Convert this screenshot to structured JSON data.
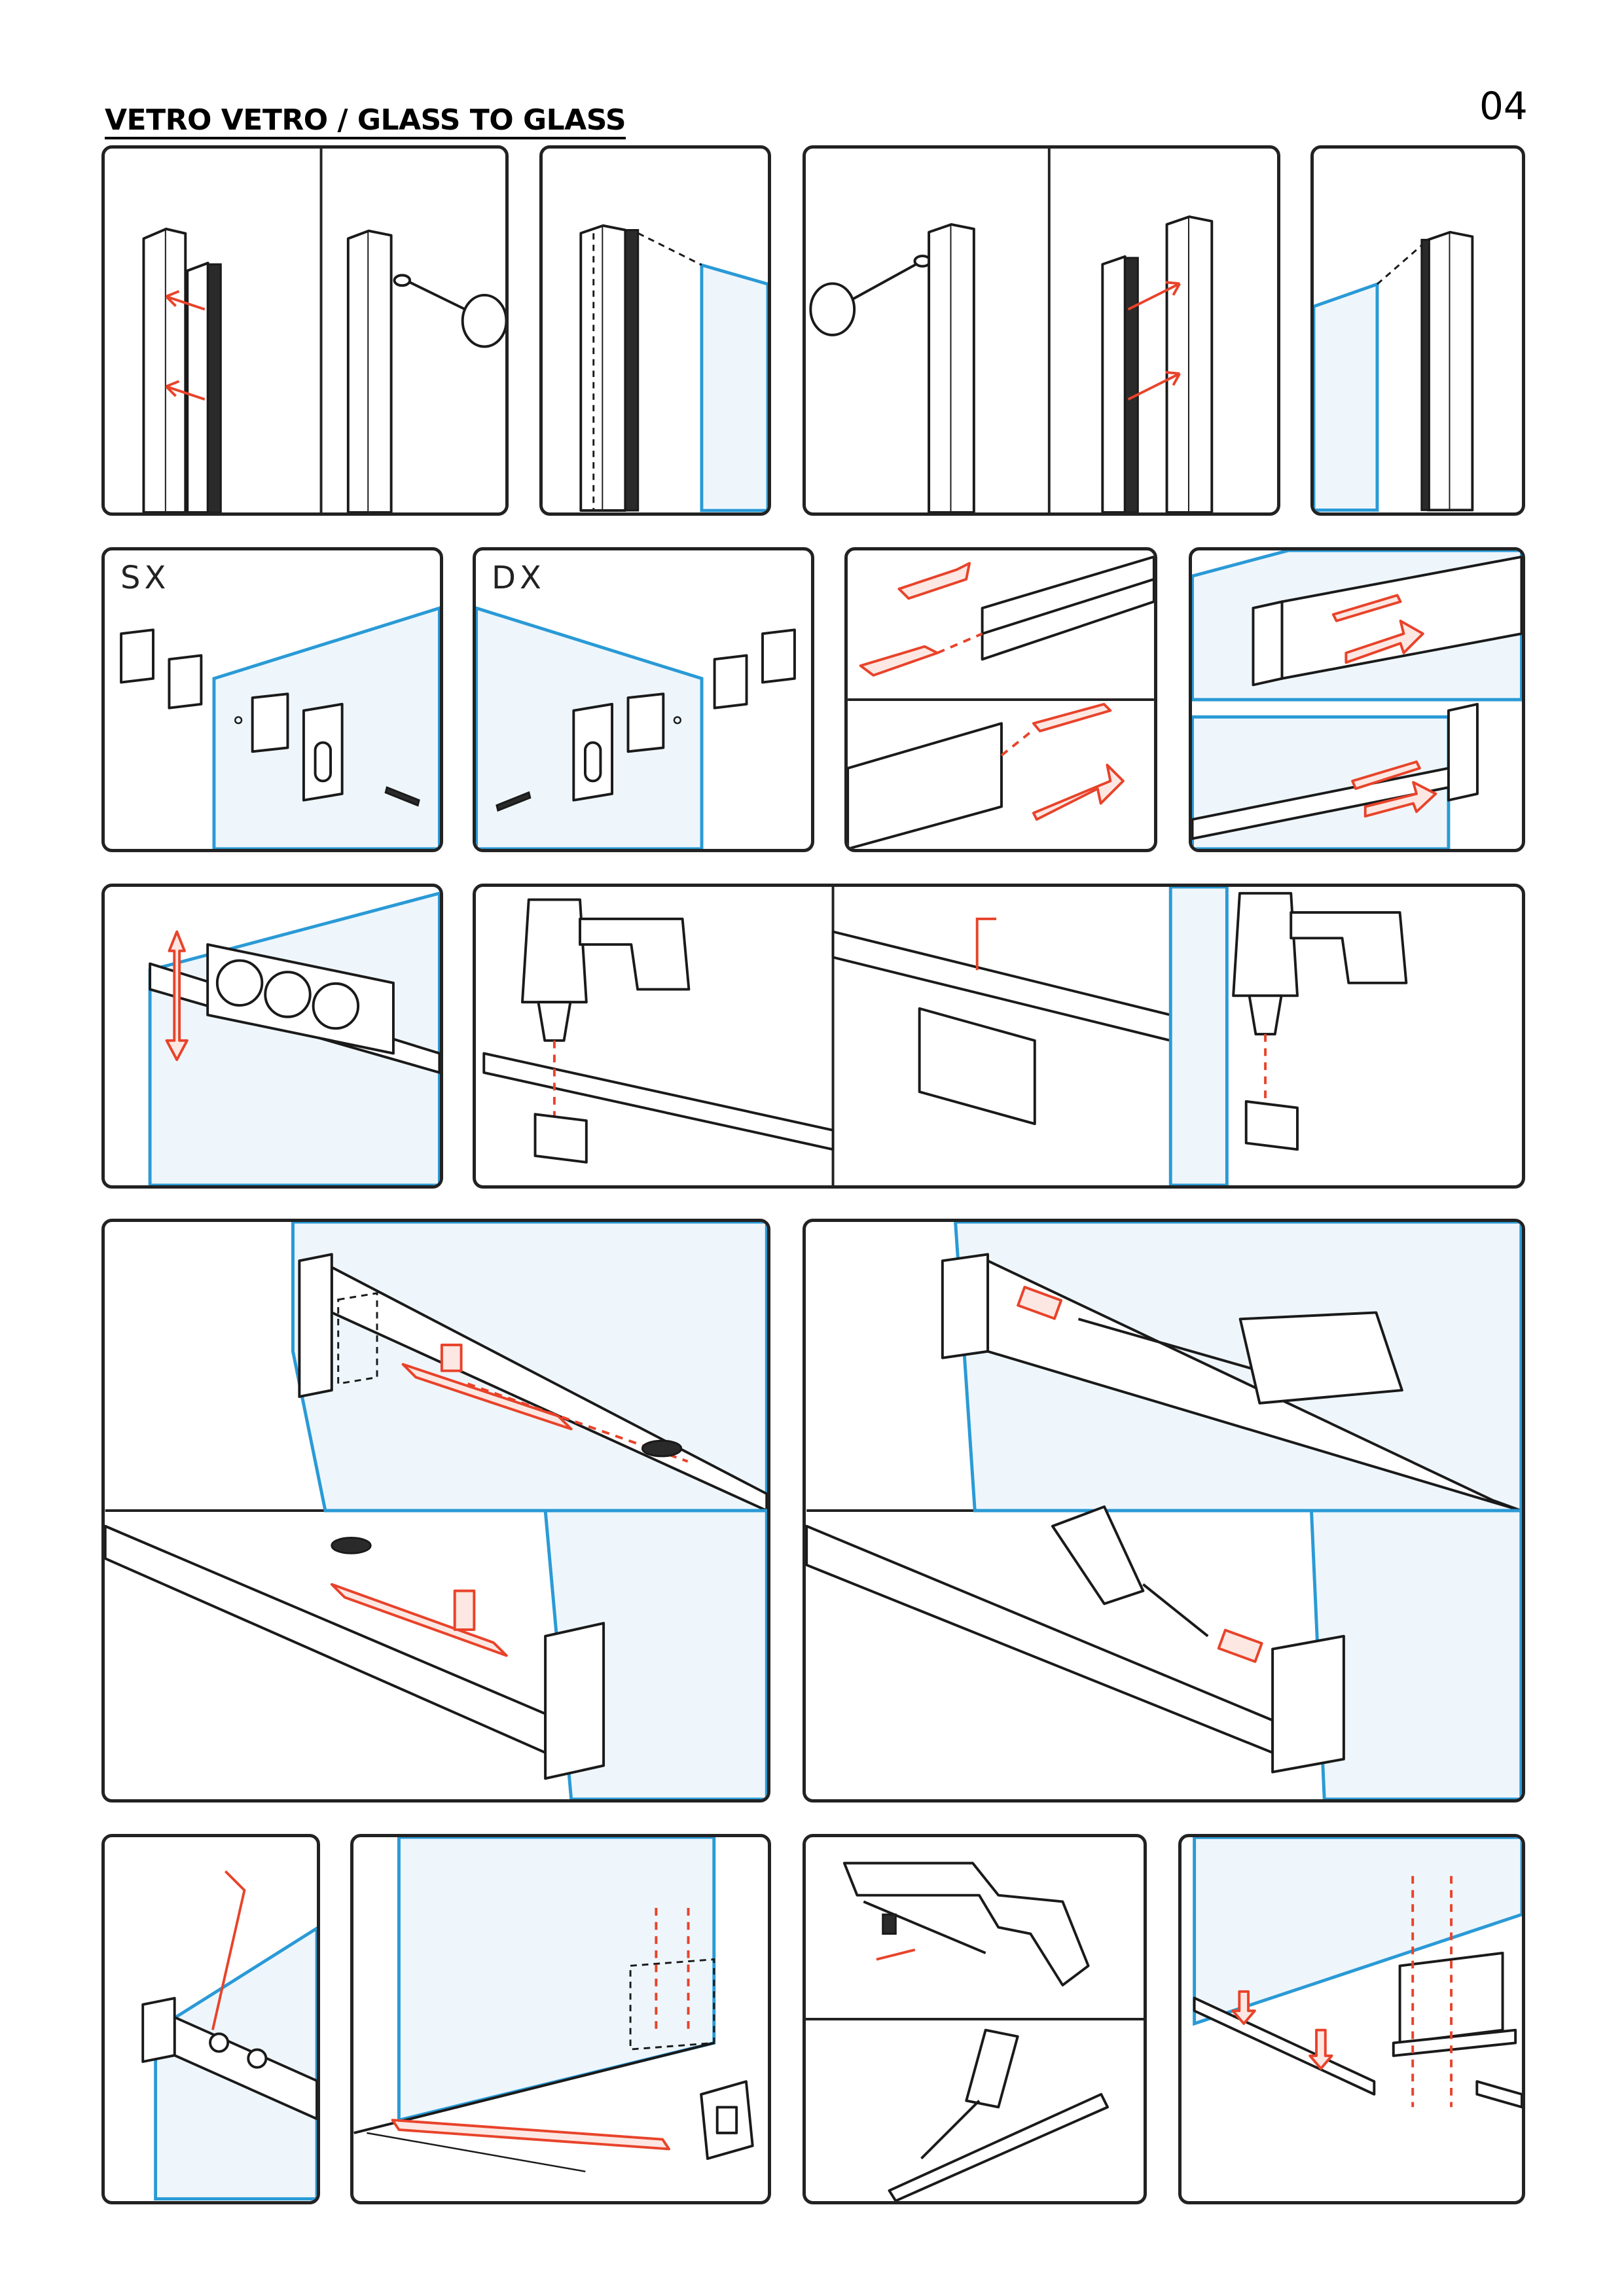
{
  "header": {
    "title": "VETRO VETRO / GLASS TO GLASS",
    "page_number": "04"
  },
  "panels": {
    "sx_label": "SX",
    "dx_label": "DX"
  },
  "colors": {
    "outline": "#222222",
    "glass_edge": "#2a9ad6",
    "glass_fill": "#eef6fc",
    "highlight": "#e8432a"
  }
}
